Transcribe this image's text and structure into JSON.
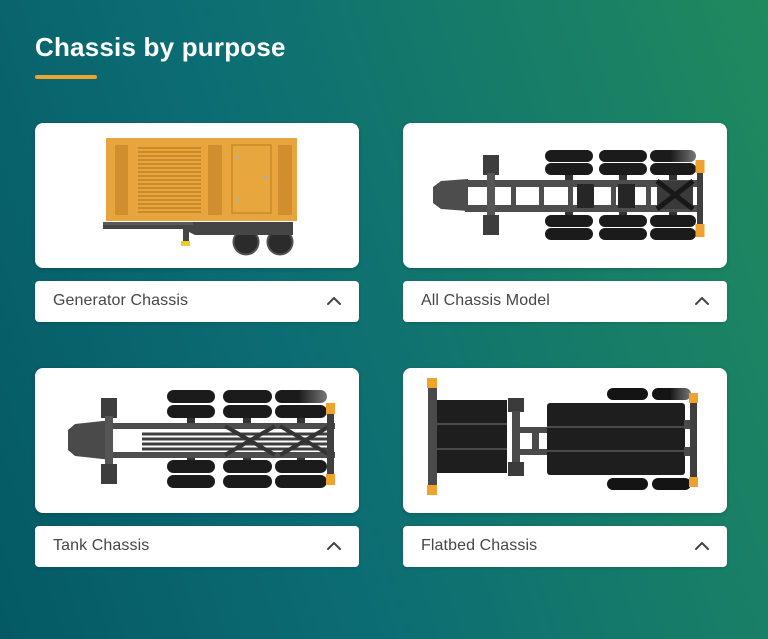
{
  "header": {
    "title": "Chassis by purpose"
  },
  "theme": {
    "background_gradient": [
      "#045964",
      "#0c6c74",
      "#1f8a5e"
    ],
    "accent_orange": "#EDA52F",
    "card_background": "#ffffff",
    "label_text_color": "#464646",
    "chassis_frame_gray": "#4d4d4d",
    "tire_black": "#1b1b1b",
    "generator_orange": "#E9A53D"
  },
  "cards": [
    {
      "label": "Generator Chassis",
      "illustration": "generator-chassis-side-view",
      "icon": "chevron-up-icon"
    },
    {
      "label": "All Chassis Model",
      "illustration": "all-chassis-top-view",
      "icon": "chevron-up-icon"
    },
    {
      "label": "Tank Chassis",
      "illustration": "tank-chassis-top-view",
      "icon": "chevron-up-icon"
    },
    {
      "label": "Flatbed Chassis",
      "illustration": "flatbed-chassis-top-view",
      "icon": "chevron-up-icon"
    }
  ]
}
